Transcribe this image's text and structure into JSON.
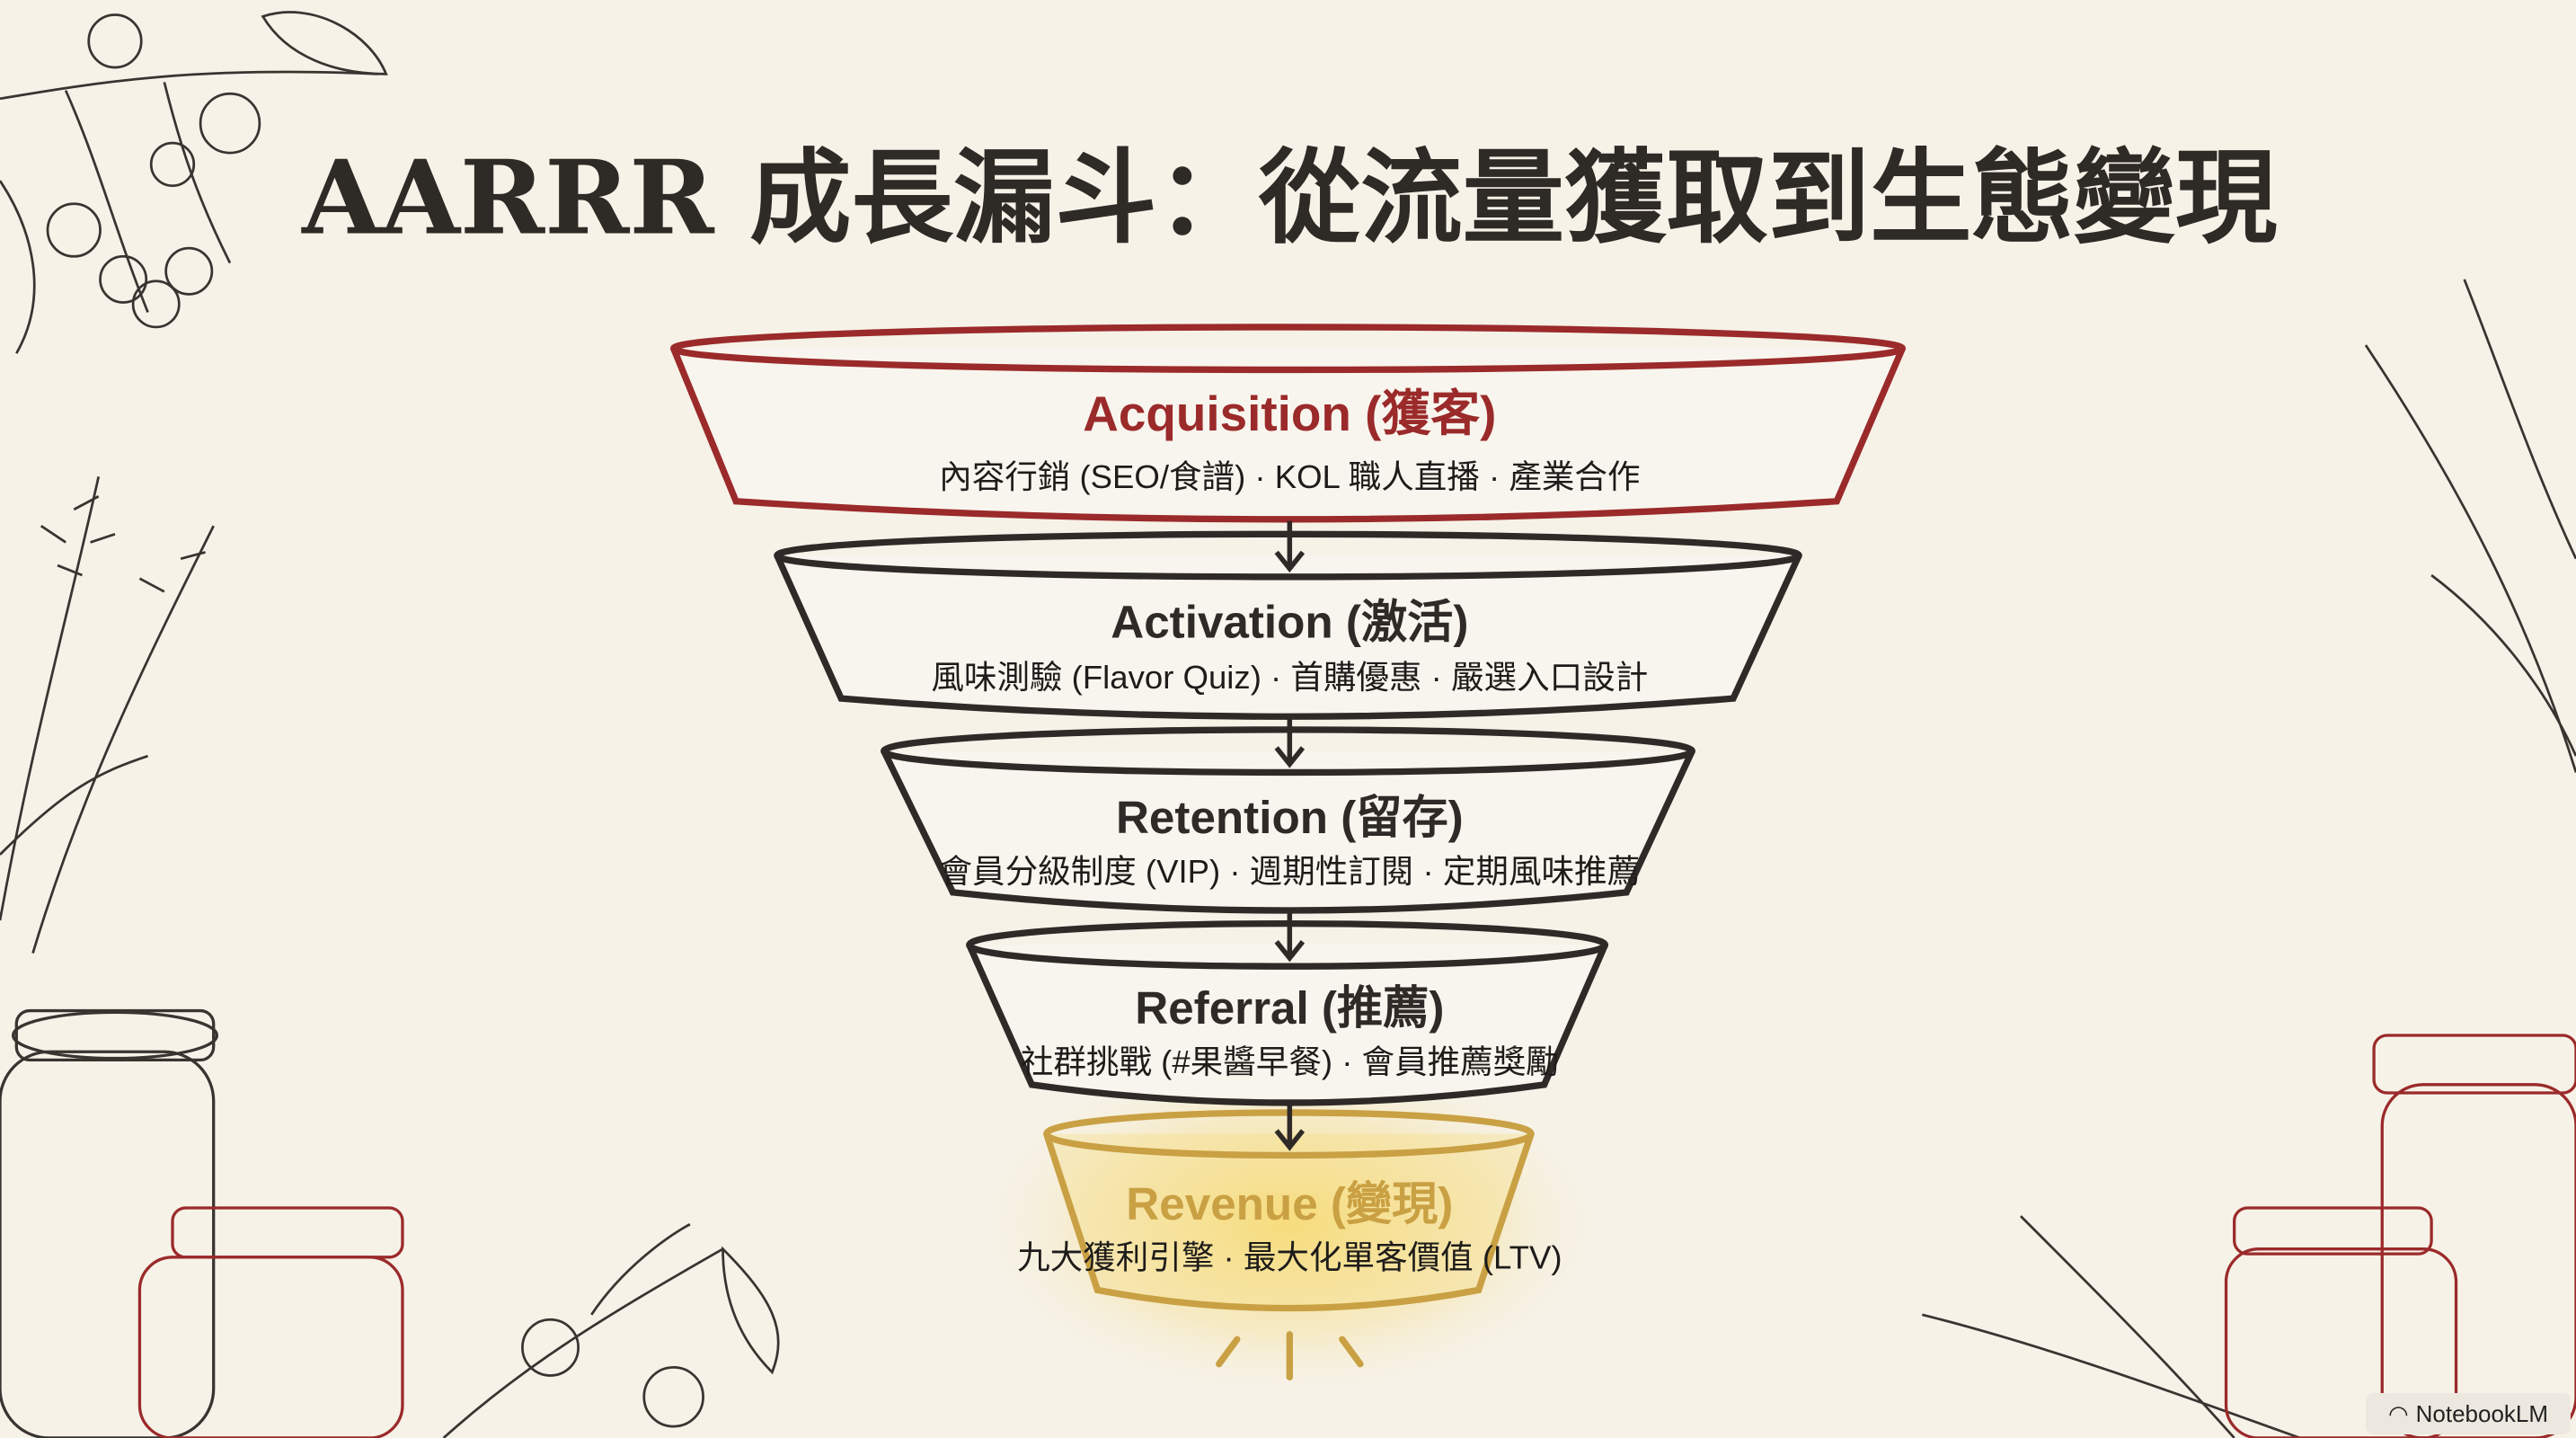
{
  "title": "AARRR 成長漏斗：從流量獲取到生態變現",
  "stages": [
    {
      "title": "Acquisition (獲客)",
      "subtitle": "內容行銷 (SEO/食譜) · KOL 職人直播 · 產業合作",
      "color": "#9b2a2a"
    },
    {
      "title": "Activation (激活)",
      "subtitle": "風味測驗 (Flavor Quiz) · 首購優惠 · 嚴選入口設計",
      "color": "#2f2a27"
    },
    {
      "title": "Retention (留存)",
      "subtitle": "會員分級制度 (VIP) · 週期性訂閱 · 定期風味推薦",
      "color": "#2f2a27"
    },
    {
      "title": "Referral (推薦)",
      "subtitle": "社群挑戰 (#果醬早餐) · 會員推薦獎勵",
      "color": "#2f2a27"
    },
    {
      "title": "Revenue (變現)",
      "subtitle": "九大獲利引擎 · 最大化單客價值 (LTV)",
      "color": "#c9a043"
    }
  ],
  "badge": {
    "label": "NotebookLM",
    "icon": "notebooklm-logo-icon"
  }
}
